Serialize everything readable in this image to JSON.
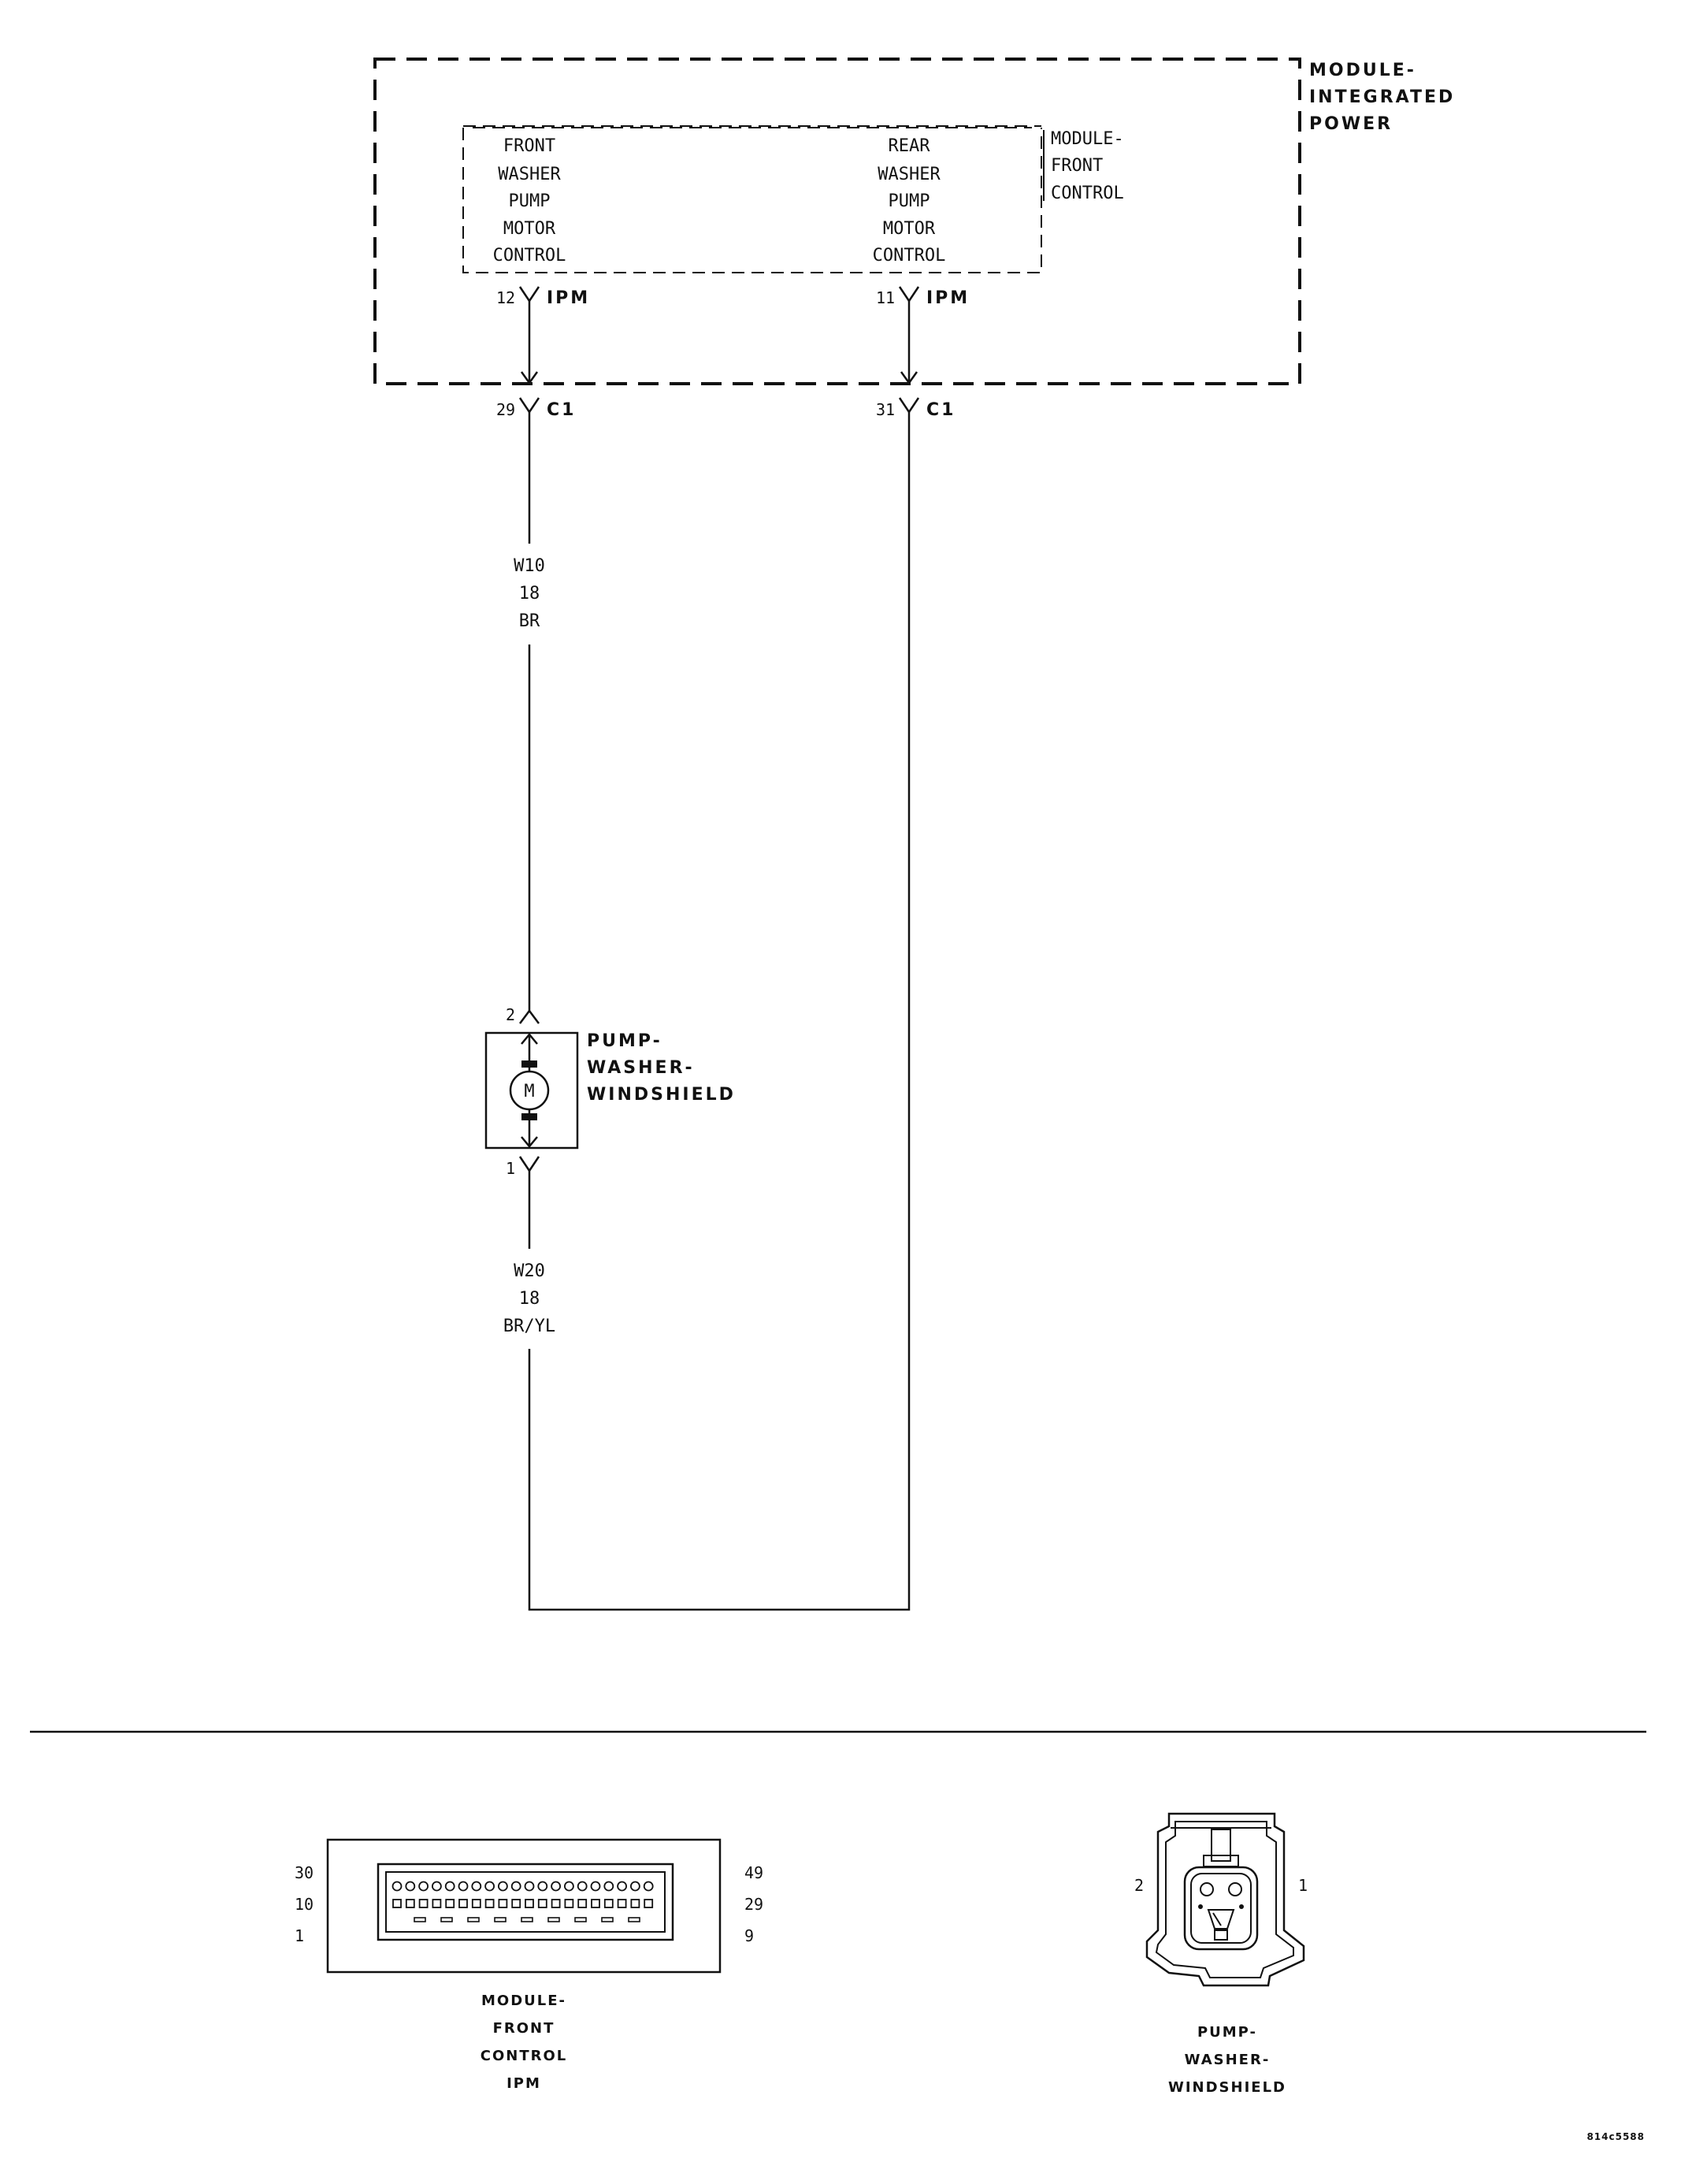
{
  "modules": {
    "ipm": {
      "label_lines": [
        "MODULE-",
        "INTEGRATED",
        "POWER"
      ]
    },
    "fcm": {
      "label_lines": [
        "MODULE-",
        "FRONT",
        "CONTROL"
      ]
    }
  },
  "functions": {
    "front": [
      "FRONT",
      "WASHER",
      "PUMP",
      "MOTOR",
      "CONTROL"
    ],
    "rear": [
      "REAR",
      "WASHER",
      "PUMP",
      "MOTOR",
      "CONTROL"
    ]
  },
  "pins": {
    "ipm_front": {
      "pin": "12",
      "connector": "IPM"
    },
    "ipm_rear": {
      "pin": "11",
      "connector": "IPM"
    },
    "c1_front": {
      "pin": "29",
      "connector": "C1"
    },
    "c1_rear": {
      "pin": "31",
      "connector": "C1"
    },
    "pump_top": {
      "pin": "2"
    },
    "pump_bottom": {
      "pin": "1"
    }
  },
  "wires": {
    "w10": [
      "W10",
      "18",
      "BR"
    ],
    "w20": [
      "W20",
      "18",
      "BR/YL"
    ]
  },
  "pump": {
    "motor_letter": "M",
    "label_lines": [
      "PUMP-",
      "WASHER-",
      "WINDSHIELD"
    ]
  },
  "connector_views": {
    "fcm": {
      "left_pins": [
        "30",
        "10",
        "1"
      ],
      "right_pins": [
        "49",
        "29",
        "9"
      ],
      "label_lines": [
        "MODULE-",
        "FRONT",
        "CONTROL",
        "IPM"
      ]
    },
    "pump": {
      "left_pin": "2",
      "right_pin": "1",
      "label_lines": [
        "PUMP-",
        "WASHER-",
        "WINDSHIELD"
      ]
    }
  },
  "figure_id": "814c5588"
}
